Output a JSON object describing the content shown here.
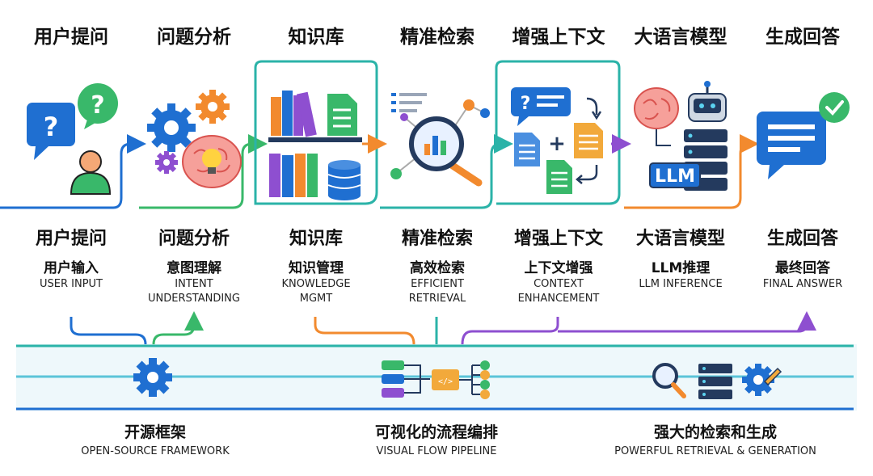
{
  "steps": [
    {
      "title": "用户提问",
      "subtitle_cn": "用户输入",
      "subtitle_en": "USER INPUT"
    },
    {
      "title": "问题分析",
      "subtitle_cn": "意图理解",
      "subtitle_en": "INTENT\nUNDERSTANDING"
    },
    {
      "title": "知识库",
      "subtitle_cn": "知识管理",
      "subtitle_en": "KNOWLEDGE\nMGMT"
    },
    {
      "title": "精准检索",
      "subtitle_cn": "高效检索",
      "subtitle_en": "EFFICIENT\nRETRIEVAL"
    },
    {
      "title": "增强上下文",
      "subtitle_cn": "上下文增强",
      "subtitle_en": "CONTEXT\nENHANCEMENT"
    },
    {
      "title": "大语言模型",
      "subtitle_cn": "LLM推理",
      "subtitle_en": "LLM INFERENCE"
    },
    {
      "title": "生成回答",
      "subtitle_cn": "最终回答",
      "subtitle_en": "FINAL ANSWER"
    }
  ],
  "llm_label": "LLM",
  "features": [
    {
      "title": "开源框架",
      "subtitle": "OPEN-SOURCE FRAMEWORK"
    },
    {
      "title": "可视化的流程编排",
      "subtitle": "VISUAL FLOW PIPELINE"
    },
    {
      "title": "强大的检索和生成",
      "subtitle": "POWERFUL RETRIEVAL & GENERATION"
    }
  ],
  "colors": {
    "blue": "#1f6fd1",
    "green": "#39b86a",
    "teal": "#2bb3a8",
    "orange": "#f28a2e",
    "purple": "#8e4fd0",
    "navy": "#243a5e"
  }
}
